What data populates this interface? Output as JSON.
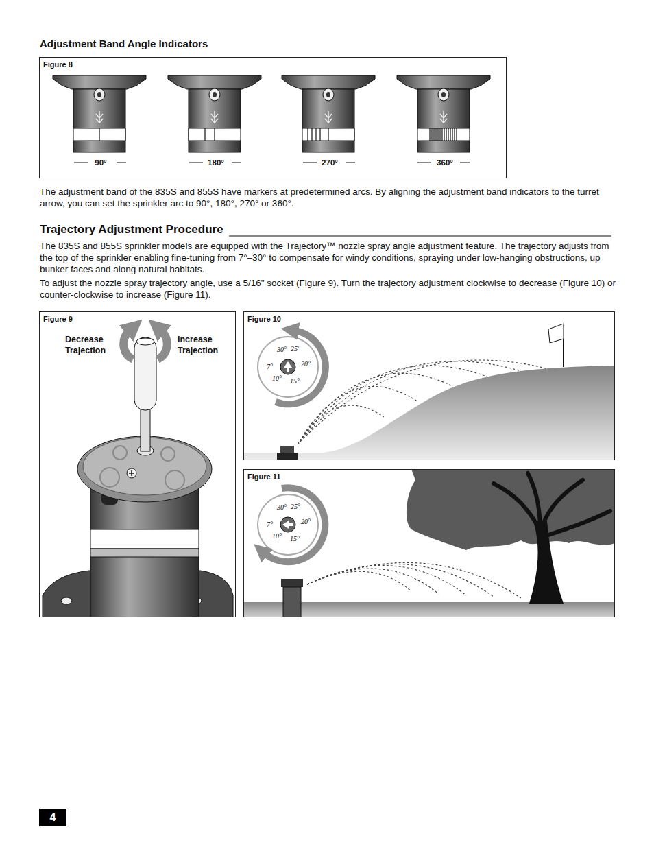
{
  "diagram": {
    "nodes": [
      {
        "text": [
          "Figure 8"
        ]
      },
      {
        "text": [
          "Figure 9"
        ]
      },
      {
        "text": [
          "Figure 10"
        ]
      },
      {
        "text": [
          "Figure 11"
        ]
      },
      {
        "text": [
          "4"
        ]
      }
    ],
    "labels": [
      "Adjustment Band Angle Indicators",
      "90°",
      "180°",
      "270°",
      "360°",
      "The adjustment band of the 835S and 855S have markers at predetermined arcs. By aligning the adjustment band indicators to the turret arrow, you can set the sprinkler arc to 90°, 180°, 270° or 360°.",
      "Trajectory Adjustment Procedure",
      "The 835S and 855S sprinkler models are equipped with the Trajectory™ nozzle spray angle adjustment feature. The trajectory adjusts from the top of the sprinkler enabling fine-tuning from 7°–30° to compensate for windy conditions, spraying under low-hanging obstructions, up bunker faces and along natural habitats.",
      "To adjust the nozzle spray trajectory angle, use a 5/16\" socket (Figure 9). Turn the trajectory adjustment clockwise to decrease (Figure 10) or counter-clockwise to increase (Figure 11).",
      "Decrease Trajection",
      "Increase Trajection",
      "30°",
      "25°",
      "20°",
      "15°",
      "10°",
      "7°",
      "30°",
      "25°",
      "20°",
      "15°",
      "10°",
      "7°"
    ]
  }
}
